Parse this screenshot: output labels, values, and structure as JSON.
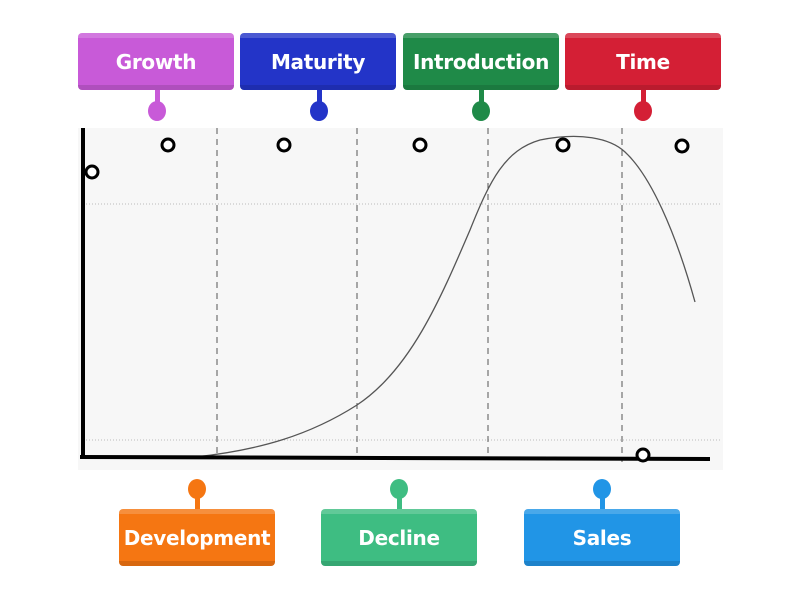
{
  "top_labels": [
    {
      "text": "Growth",
      "color": "#c85ad8"
    },
    {
      "text": "Maturity",
      "color": "#2334c8"
    },
    {
      "text": "Introduction",
      "color": "#1f8a48"
    },
    {
      "text": "Time",
      "color": "#d41f35"
    }
  ],
  "bottom_labels": [
    {
      "text": "Development",
      "color": "#f57612"
    },
    {
      "text": "Decline",
      "color": "#3ebd82"
    },
    {
      "text": "Sales",
      "color": "#2195e6"
    }
  ],
  "hotspot_count": 7
}
